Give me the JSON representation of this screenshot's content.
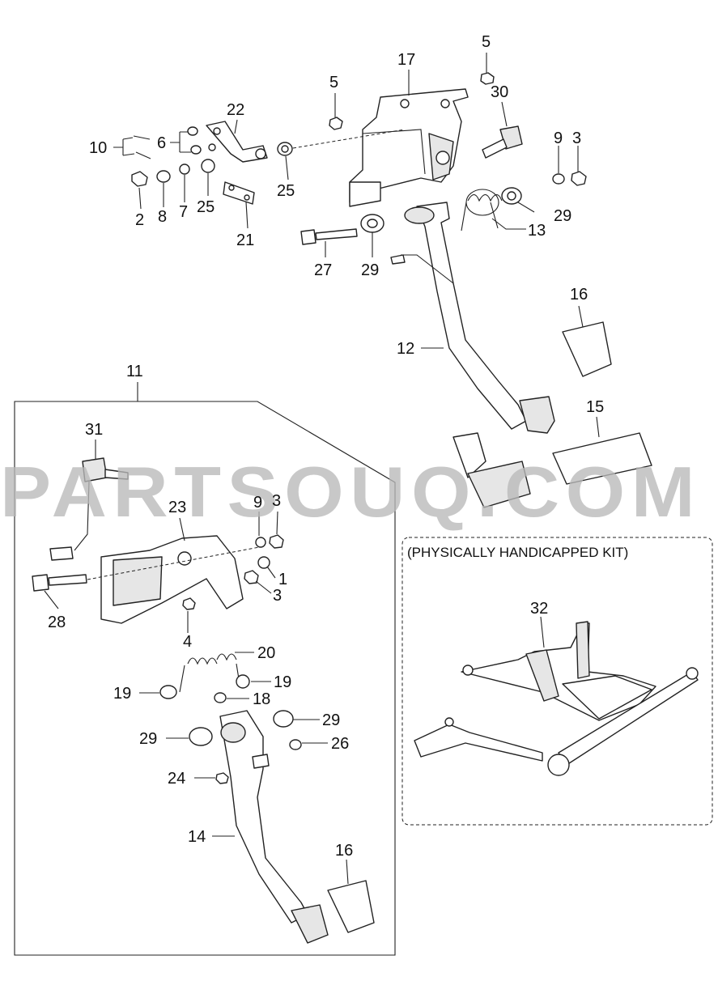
{
  "kit_title": "(PHYSICALLY HANDICAPPED KIT)",
  "watermark": "PARTSOUQ.COM",
  "callouts": {
    "c17": "17",
    "c5a": "5",
    "c5b": "5",
    "c30": "30",
    "c22": "22",
    "c6": "6",
    "c10": "10",
    "c9a": "9",
    "c3a": "3",
    "c2": "2",
    "c8": "8",
    "c7": "7",
    "c25a": "25",
    "c25b": "25",
    "c21": "21",
    "c29a": "29",
    "c13": "13",
    "c27": "27",
    "c29b": "29",
    "c16a": "16",
    "c12": "12",
    "c11": "11",
    "c31": "31",
    "c15": "15",
    "c23": "23",
    "c9b": "9",
    "c3b": "3",
    "c1": "1",
    "c3c": "3",
    "c28": "28",
    "c4": "4",
    "c20": "20",
    "c19a": "19",
    "c19b": "19",
    "c18": "18",
    "c32": "32",
    "c29c": "29",
    "c29d": "29",
    "c26": "26",
    "c24": "24",
    "c14": "14",
    "c16b": "16"
  }
}
